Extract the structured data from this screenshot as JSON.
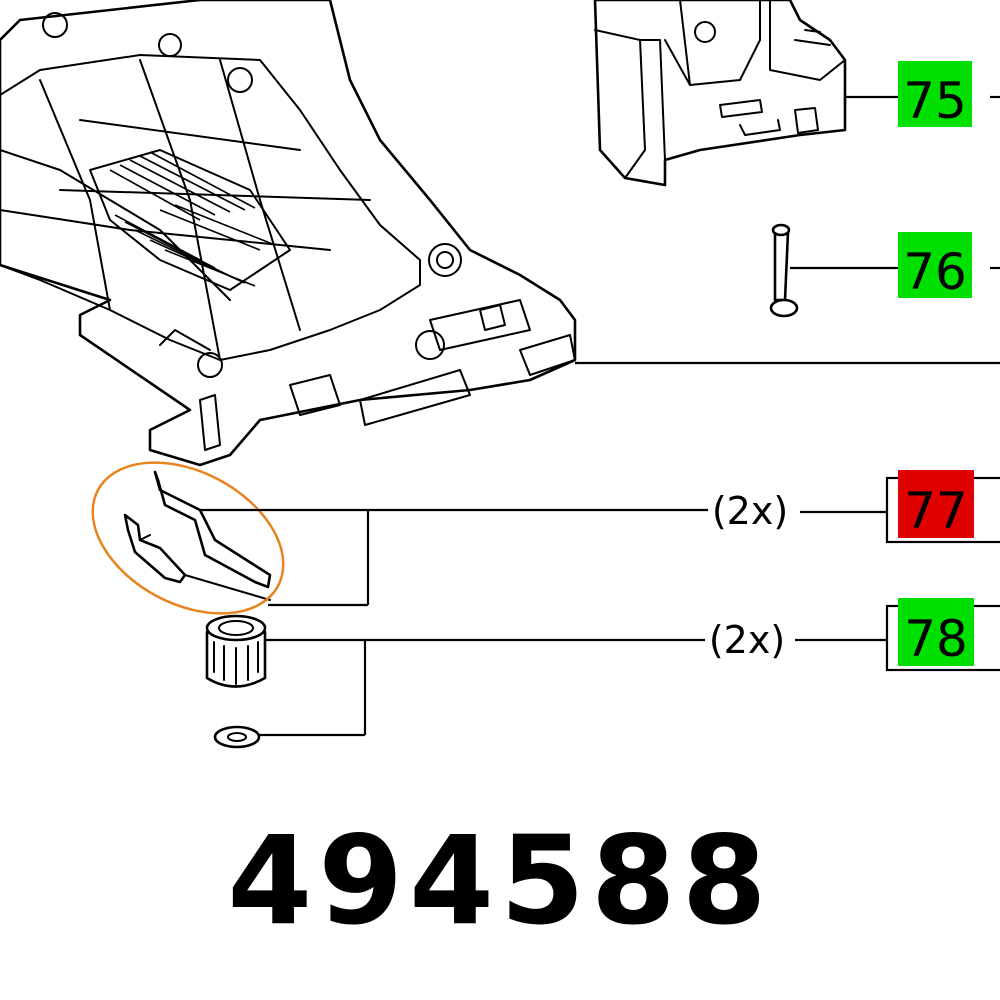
{
  "labels": [
    {
      "id": "75",
      "text": "75",
      "color": "#00e000"
    },
    {
      "id": "76",
      "text": "76",
      "color": "#00e000"
    },
    {
      "id": "77",
      "text": "77",
      "color": "#e00000"
    },
    {
      "id": "78",
      "text": "78",
      "color": "#00e000"
    }
  ],
  "quantities": {
    "q77": "(2x)",
    "q78": "(2x)"
  },
  "highlight_color": "#e8841f",
  "part_number": "494588"
}
